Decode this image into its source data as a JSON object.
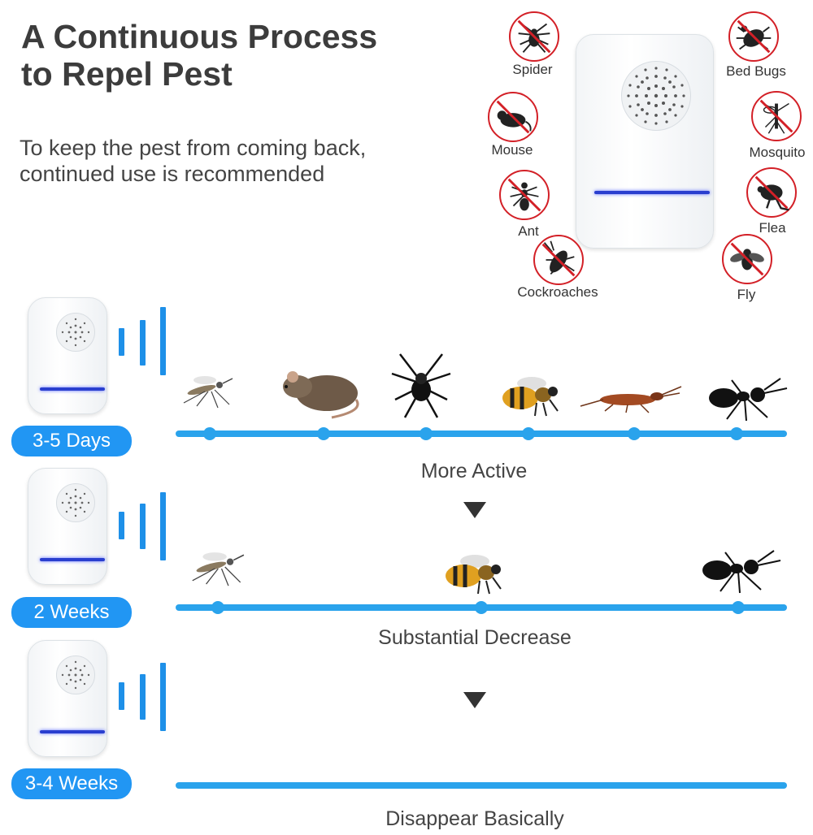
{
  "header": {
    "title_line1": "A Continuous Process",
    "title_line2": "to Repel Pest",
    "subtitle_line1": "To keep the pest from coming back,",
    "subtitle_line2": "continued use is recommended"
  },
  "pests": {
    "spider": "Spider",
    "bed_bugs": "Bed Bugs",
    "mouse": "Mouse",
    "mosquito": "Mosquito",
    "ant": "Ant",
    "flea": "Flea",
    "cockroaches": "Cockroaches",
    "fly": "Fly"
  },
  "stages": [
    {
      "duration": "3-5 Days",
      "status": "More Active"
    },
    {
      "duration": "2 Weeks",
      "status": "Substantial Decrease"
    },
    {
      "duration": "3-4 Weeks",
      "status": "Disappear Basically"
    }
  ],
  "colors": {
    "accent_blue": "#2196f3",
    "timeline_blue": "#2aa3ec",
    "ban_red": "#d32027",
    "led_blue": "#2a3fcf"
  },
  "icons": {
    "ban": "prohibition-circle",
    "pests": [
      "spider",
      "bed-bug",
      "mouse",
      "mosquito",
      "ant",
      "flea",
      "cockroach",
      "fly",
      "bee"
    ]
  }
}
